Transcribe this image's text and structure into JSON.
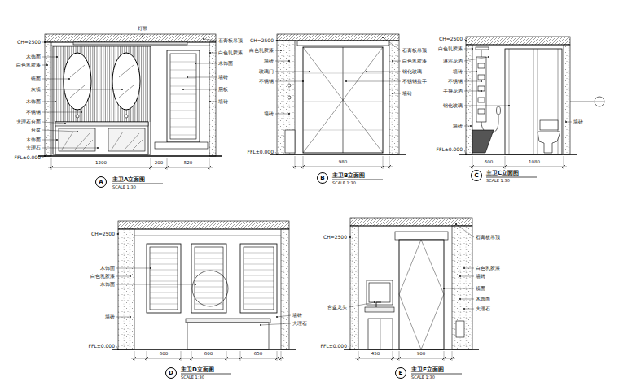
{
  "diagram": {
    "nodes": [
      {
        "text": [
          "A"
        ]
      },
      {
        "text": [
          "B"
        ]
      },
      {
        "text": [
          "C"
        ]
      },
      {
        "text": [
          "D"
        ]
      },
      {
        "text": [
          "E"
        ]
      }
    ],
    "edges": [],
    "labels": [
      "CH=2500",
      "木饰面",
      "白色乳胶漆",
      "镜面",
      "灰镜",
      "木饰面",
      "不锈钢",
      "大理石台面",
      "台盆",
      "木饰面",
      "大理石",
      "FFL±0.000",
      "石膏板吊顶",
      "白色乳胶漆",
      "木饰面",
      "墙砖",
      "层板",
      "墙砖",
      "灯带",
      "1200",
      "200",
      "520",
      "主卫A立面图",
      "SCALE 1:30",
      "CH=2500",
      "白色乳胶漆",
      "墙砖",
      "玻璃门",
      "不锈钢",
      "墙砖",
      "FFL±0.000",
      "石膏板吊顶",
      "白色乳胶漆",
      "钢化玻璃",
      "不锈钢拉手",
      "墙砖",
      "980",
      "主卫B立面图",
      "SCALE 1:30",
      "CH=2500",
      "白色乳胶漆",
      "淋浴花洒",
      "墙砖",
      "不锈钢",
      "手持花洒",
      "钢化玻璃",
      "墙砖",
      "FFL±0.000",
      "墙砖",
      "600",
      "1080",
      "主卫C立面图",
      "SCALE 1:30",
      "CH=2500",
      "木饰面",
      "白色乳胶漆",
      "木饰面",
      "墙砖",
      "FFL±0.000",
      "墙砖",
      "大理石",
      "600",
      "600",
      "650",
      "主卫D立面图",
      "SCALE 1:30",
      "CH=2500",
      "台盆龙头",
      "FFL±0.000",
      "石膏板吊顶",
      "白色乳胶漆",
      "墙砖",
      "镜面",
      "木饰面",
      "大理石",
      "450",
      "900",
      "主卫E立面图",
      "SCALE 1:30"
    ]
  }
}
